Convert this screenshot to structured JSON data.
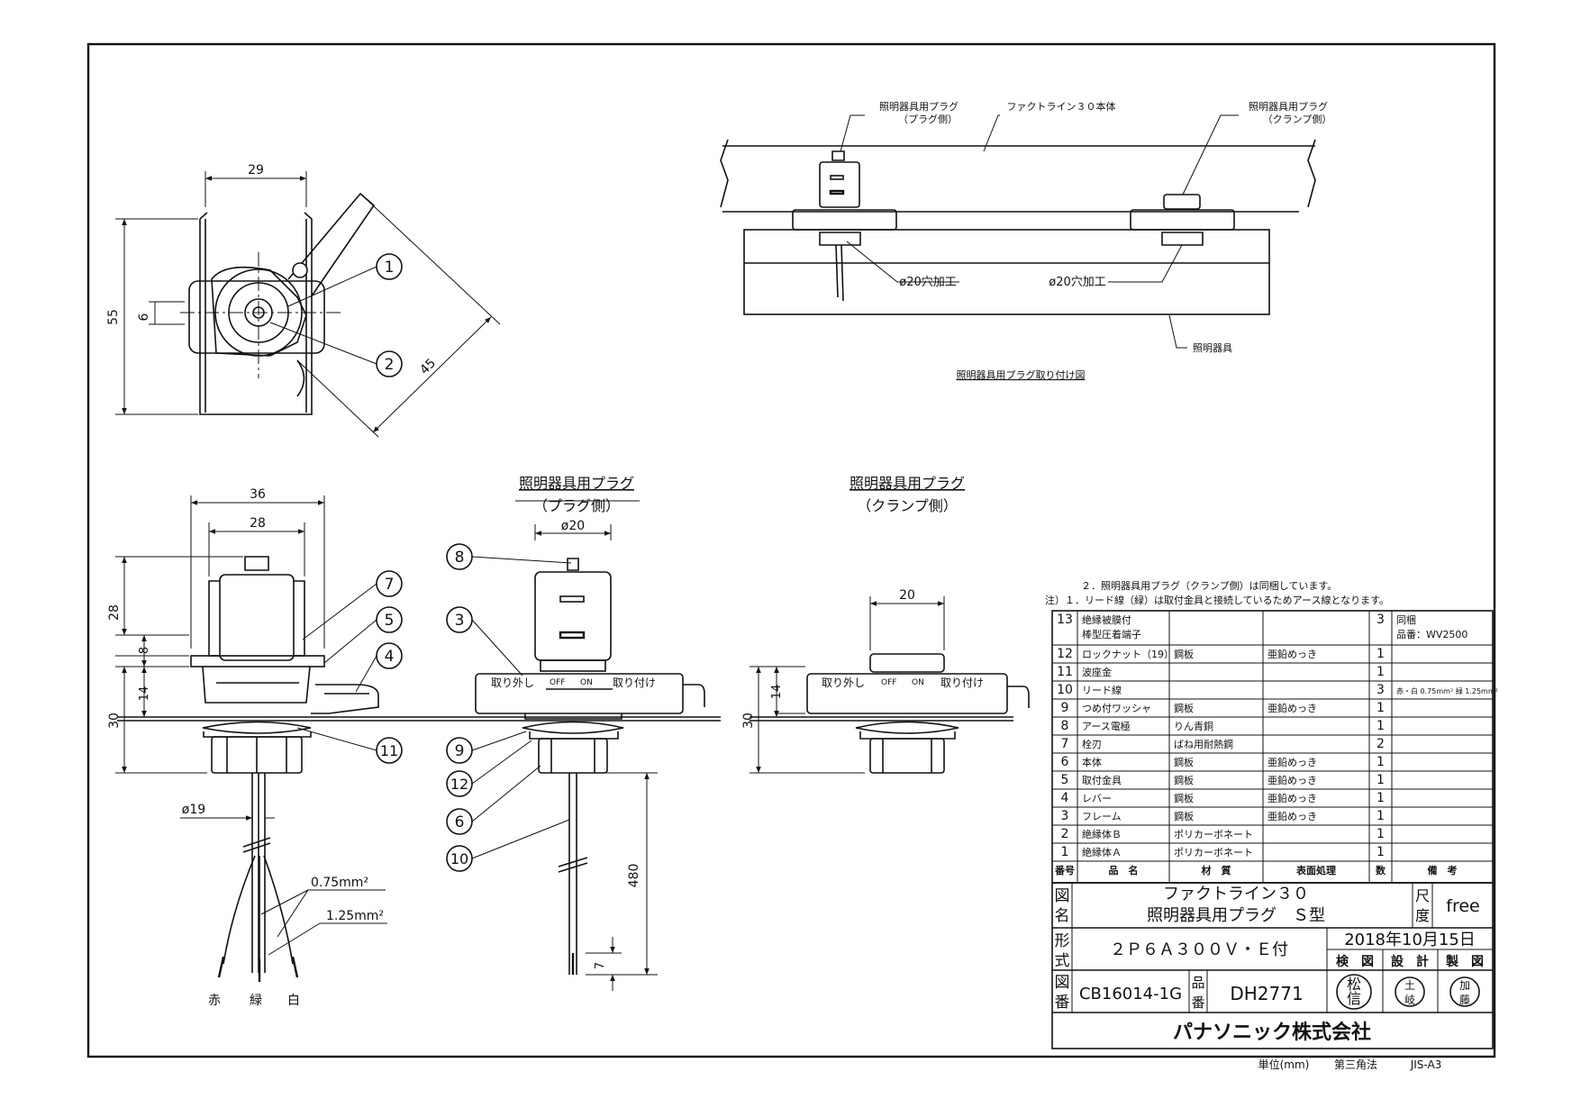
{
  "labels": {
    "plug_side_title_1": "照明器具用プラグ",
    "plug_side_title_2": "（プラグ側）",
    "clamp_side_title_1": "照明器具用プラグ",
    "clamp_side_title_2": "（クランプ側）",
    "factline_body": "ファクトライン３０本体",
    "hole_1": "ø20穴加工",
    "hole_2": "ø20穴加工",
    "fixture": "照明器具",
    "install_caption": "照明器具用プラグ取り付け図",
    "remove": "取り外し",
    "attach": "取り付け",
    "off": "OFF",
    "on": "ON",
    "wire_075": "0.75mm²",
    "wire_125": "1.25mm²",
    "wire_red": "赤",
    "wire_green": "緑",
    "wire_white": "白"
  },
  "dimensions": {
    "top_width": "29",
    "top_height": "55",
    "top_small": "6",
    "top_diag": "45",
    "front_outer": "36",
    "front_inner": "28",
    "front_top": "28",
    "front_8": "8",
    "front_14": "14",
    "front_30": "30",
    "front_dia19": "ø19",
    "plug_dia20": "ø20",
    "plug_480": "480",
    "plug_7": "7",
    "clamp_20": "20",
    "clamp_14": "14",
    "clamp_30": "30"
  },
  "callouts": {
    "c1": "1",
    "c2": "2",
    "c3": "3",
    "c4": "4",
    "c5": "5",
    "c6": "6",
    "c7": "7",
    "c8": "8",
    "c9": "9",
    "c10": "10",
    "c11": "11",
    "c12": "12"
  },
  "notes": {
    "note2": "２．照明器具用プラグ（クランプ側）は同梱しています。",
    "note1": "注）１．リード線（緑）は取付金具と接続しているためアース線となります。"
  },
  "parts_table": {
    "headers": [
      "番号",
      "品　名",
      "材　質",
      "表面処理",
      "数",
      "備　考"
    ],
    "rows": [
      [
        "13",
        "絶縁被膜付\n棒型圧着端子",
        "",
        "",
        "3",
        "同梱\n品番：WV2500"
      ],
      [
        "12",
        "ロックナット（19）",
        "鋼板",
        "亜鉛めっき",
        "1",
        ""
      ],
      [
        "11",
        "波座金",
        "",
        "",
        "1",
        ""
      ],
      [
        "10",
        "リード線",
        "",
        "",
        "3",
        "赤・白 0.75mm² 緑 1.25mm²"
      ],
      [
        "9",
        "つめ付ワッシャ",
        "鋼板",
        "亜鉛めっき",
        "1",
        ""
      ],
      [
        "8",
        "アース電極",
        "りん青銅",
        "",
        "1",
        ""
      ],
      [
        "7",
        "栓刃",
        "ばね用耐熱鋼",
        "",
        "2",
        ""
      ],
      [
        "6",
        "本体",
        "鋼板",
        "亜鉛めっき",
        "1",
        ""
      ],
      [
        "5",
        "取付金具",
        "鋼板",
        "亜鉛めっき",
        "1",
        ""
      ],
      [
        "4",
        "レバー",
        "鋼板",
        "亜鉛めっき",
        "1",
        ""
      ],
      [
        "3",
        "フレーム",
        "鋼板",
        "亜鉛めっき",
        "1",
        ""
      ],
      [
        "2",
        "絶縁体Ｂ",
        "ポリカーボネート",
        "",
        "1",
        ""
      ],
      [
        "1",
        "絶縁体Ａ",
        "ポリカーボネート",
        "",
        "1",
        ""
      ]
    ]
  },
  "title_block": {
    "name_label_1": "図",
    "name_label_2": "名",
    "name_line_1": "ファクトライン３０",
    "name_line_2": "照明器具用プラグ　Ｓ型",
    "scale_label_1": "尺",
    "scale_label_2": "度",
    "scale": "free",
    "model_label_1": "形",
    "model_label_2": "式",
    "model": "２Ｐ６Ａ３００Ｖ・Ｅ付",
    "date": "2018年10月15日",
    "check": "検　図",
    "design": "設　計",
    "drafting": "製　図",
    "drawing_label_1": "図",
    "drawing_label_2": "番",
    "drawing_no": "CB16014-1G",
    "part_label_1": "品",
    "part_label_2": "番",
    "part_no": "DH2771",
    "stamp_1": "松\n信",
    "stamp_2": "土\n岐",
    "stamp_3": "加\n藤",
    "company": "パナソニック株式会社",
    "unit": "単位(mm)",
    "projection": "第三角法",
    "paper": "JIS-A3"
  }
}
